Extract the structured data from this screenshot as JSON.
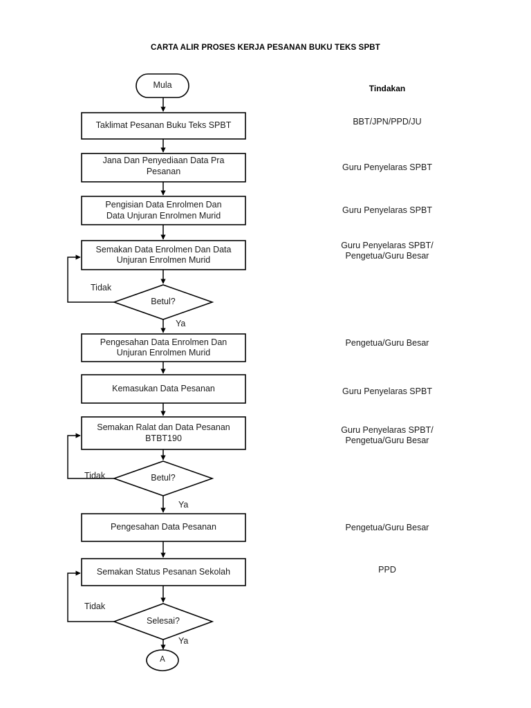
{
  "document": {
    "title": "CARTA ALIR PROSES KERJA PESANAN BUKU TEKS SPBT",
    "column_header": "Tindakan"
  },
  "flowchart": {
    "type": "flowchart",
    "nodes": [
      {
        "id": "start",
        "shape": "stadium",
        "label": "Mula"
      },
      {
        "id": "p1",
        "shape": "process",
        "label": "Taklimat Pesanan Buku Teks SPBT"
      },
      {
        "id": "p2",
        "shape": "process",
        "label": "Jana Dan Penyediaan Data Pra\nPesanan"
      },
      {
        "id": "p3",
        "shape": "process",
        "label": "Pengisian Data Enrolmen Dan\nData Unjuran Enrolmen Murid"
      },
      {
        "id": "p4",
        "shape": "process",
        "label": "Semakan Data Enrolmen  Dan Data\nUnjuran Enrolmen Murid"
      },
      {
        "id": "d1",
        "shape": "decision",
        "label": "Betul?"
      },
      {
        "id": "p5",
        "shape": "process",
        "label": "Pengesahan Data Enrolmen Dan\nUnjuran Enrolmen Murid"
      },
      {
        "id": "p6",
        "shape": "process",
        "label": "Kemasukan Data Pesanan"
      },
      {
        "id": "p7",
        "shape": "process",
        "label": "Semakan Ralat dan Data Pesanan\nBTBT190"
      },
      {
        "id": "d2",
        "shape": "decision",
        "label": "Betul?"
      },
      {
        "id": "p8",
        "shape": "process",
        "label": "Pengesahan Data Pesanan"
      },
      {
        "id": "p9",
        "shape": "process",
        "label": "Semakan Status Pesanan Sekolah"
      },
      {
        "id": "d3",
        "shape": "decision",
        "label": "Selesai?"
      },
      {
        "id": "connA",
        "shape": "connector",
        "label": "A"
      }
    ],
    "edge_labels": {
      "d1_no": "Tidak",
      "d1_yes": "Ya",
      "d2_no": "Tidak",
      "d2_yes": "Ya",
      "d3_no": "Tidak",
      "d3_yes": "Ya"
    },
    "actions": [
      {
        "for": "p1",
        "text": "BBT/JPN/PPD/JU"
      },
      {
        "for": "p2",
        "text": "Guru Penyelaras SPBT"
      },
      {
        "for": "p3",
        "text": "Guru Penyelaras SPBT"
      },
      {
        "for": "p4",
        "text": "Guru Penyelaras SPBT/\nPengetua/Guru Besar"
      },
      {
        "for": "p5",
        "text": "Pengetua/Guru Besar"
      },
      {
        "for": "p6",
        "text": "Guru Penyelaras SPBT"
      },
      {
        "for": "p7",
        "text": "Guru Penyelaras SPBT/\nPengetua/Guru Besar"
      },
      {
        "for": "p8",
        "text": "Pengetua/Guru Besar"
      },
      {
        "for": "p9",
        "text": "PPD"
      }
    ],
    "colors": {
      "stroke": "#000000",
      "text": "#1a1a1a",
      "background": "#ffffff"
    }
  }
}
